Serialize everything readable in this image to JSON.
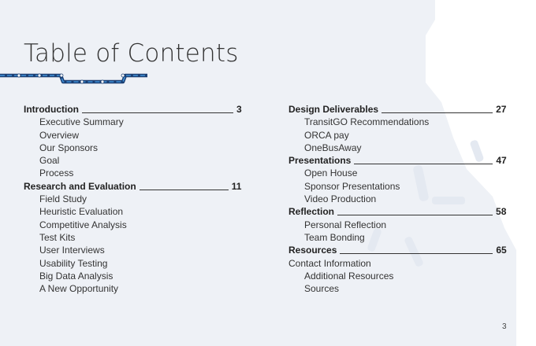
{
  "title": "Table of Contents",
  "colors": {
    "route_blue": "#1f6cb0",
    "route_dark": "#1b3f73",
    "background_shape": "#eef1f6",
    "text": "#2b2b2b"
  },
  "left_column": [
    {
      "type": "major",
      "label": "Introduction",
      "page": "3"
    },
    {
      "type": "sub",
      "label": "Executive Summary"
    },
    {
      "type": "sub",
      "label": "Overview"
    },
    {
      "type": "sub",
      "label": "Our Sponsors"
    },
    {
      "type": "sub",
      "label": "Goal"
    },
    {
      "type": "sub",
      "label": "Process"
    },
    {
      "type": "major",
      "label": "Research and Evaluation",
      "page": "11"
    },
    {
      "type": "sub",
      "label": "Field Study"
    },
    {
      "type": "sub",
      "label": "Heuristic Evaluation"
    },
    {
      "type": "sub",
      "label": "Competitive Analysis"
    },
    {
      "type": "sub",
      "label": "Test Kits"
    },
    {
      "type": "sub",
      "label": "User Interviews"
    },
    {
      "type": "sub",
      "label": "Usability Testing"
    },
    {
      "type": "sub",
      "label": "Big Data Analysis"
    },
    {
      "type": "sub",
      "label": "A New Opportunity"
    }
  ],
  "right_column": [
    {
      "type": "major",
      "label": "Design Deliverables",
      "page": "27"
    },
    {
      "type": "sub",
      "label": "TransitGO Recommendations"
    },
    {
      "type": "sub",
      "label": "ORCA pay"
    },
    {
      "type": "sub",
      "label": "OneBusAway"
    },
    {
      "type": "major",
      "label": "Presentations",
      "page": "47"
    },
    {
      "type": "sub",
      "label": "Open House"
    },
    {
      "type": "sub",
      "label": "Sponsor Presentations"
    },
    {
      "type": "sub",
      "label": "Video Production"
    },
    {
      "type": "major",
      "label": "Reflection",
      "page": "58"
    },
    {
      "type": "sub",
      "label": "Personal Reflection"
    },
    {
      "type": "sub",
      "label": "Team Bonding"
    },
    {
      "type": "major",
      "label": "Resources",
      "page": "65"
    },
    {
      "type": "plain",
      "label": "Contact Information"
    },
    {
      "type": "sub",
      "label": "Additional Resources"
    },
    {
      "type": "sub",
      "label": "Sources"
    }
  ],
  "page_number": "3"
}
